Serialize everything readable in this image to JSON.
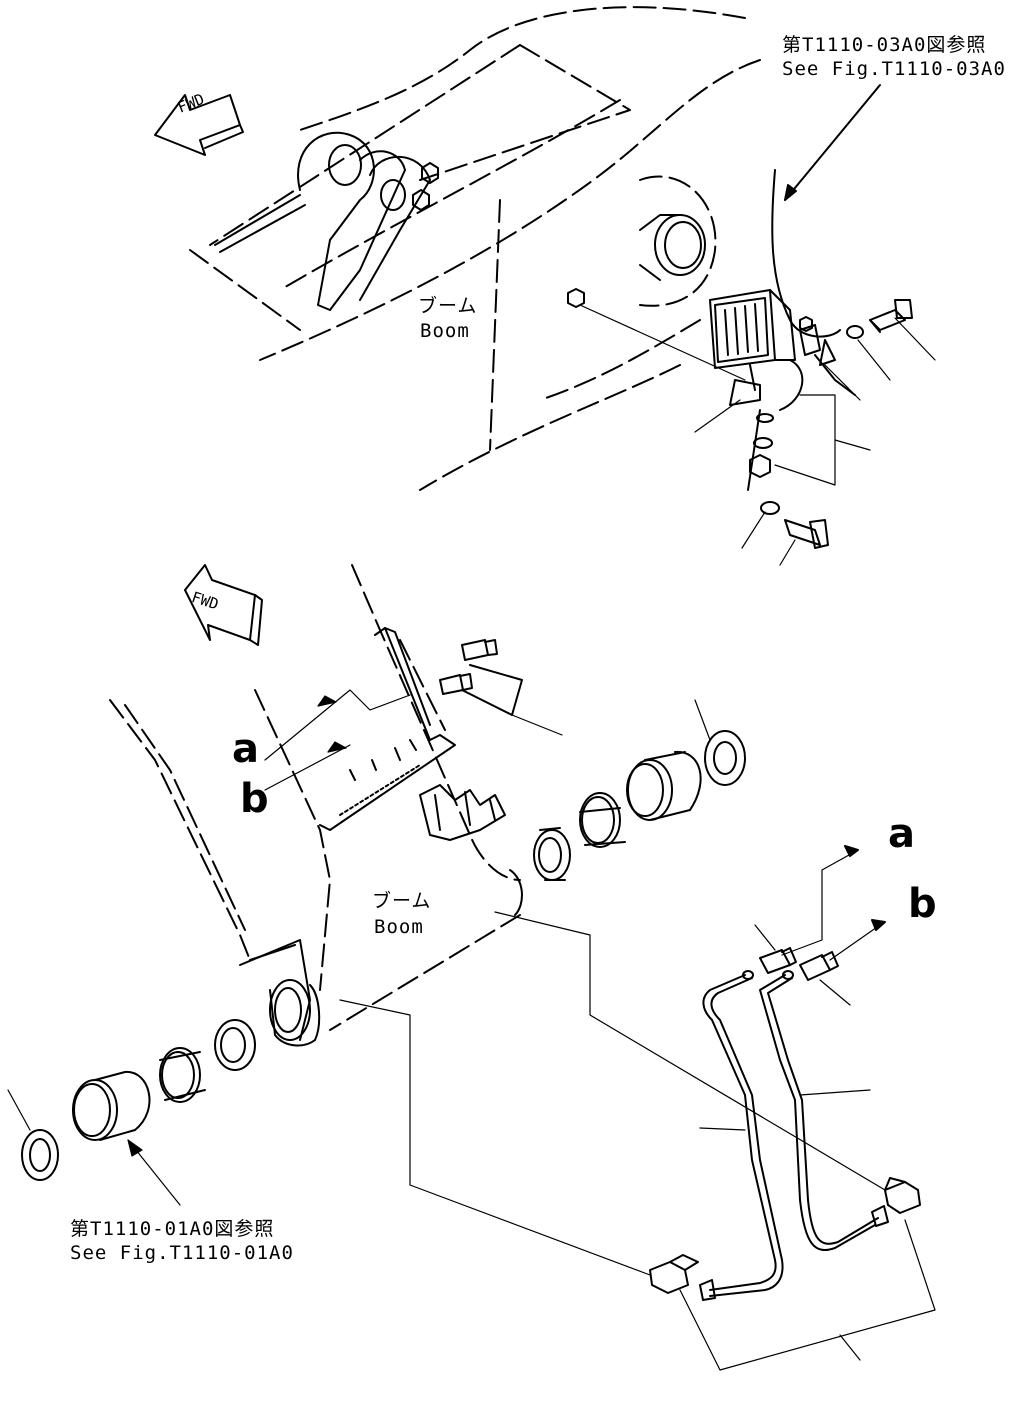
{
  "references": {
    "top": {
      "ja": "第T1110-03A0図参照",
      "en": "See Fig.T1110-03A0"
    },
    "bottom": {
      "ja": "第T1110-01A0図参照",
      "en": "See Fig.T1110-01A0"
    }
  },
  "boom_label": {
    "ja": "ブーム",
    "en": "Boom"
  },
  "fwd_label": "FWD",
  "connection_labels": {
    "a": "a",
    "b": "b"
  }
}
